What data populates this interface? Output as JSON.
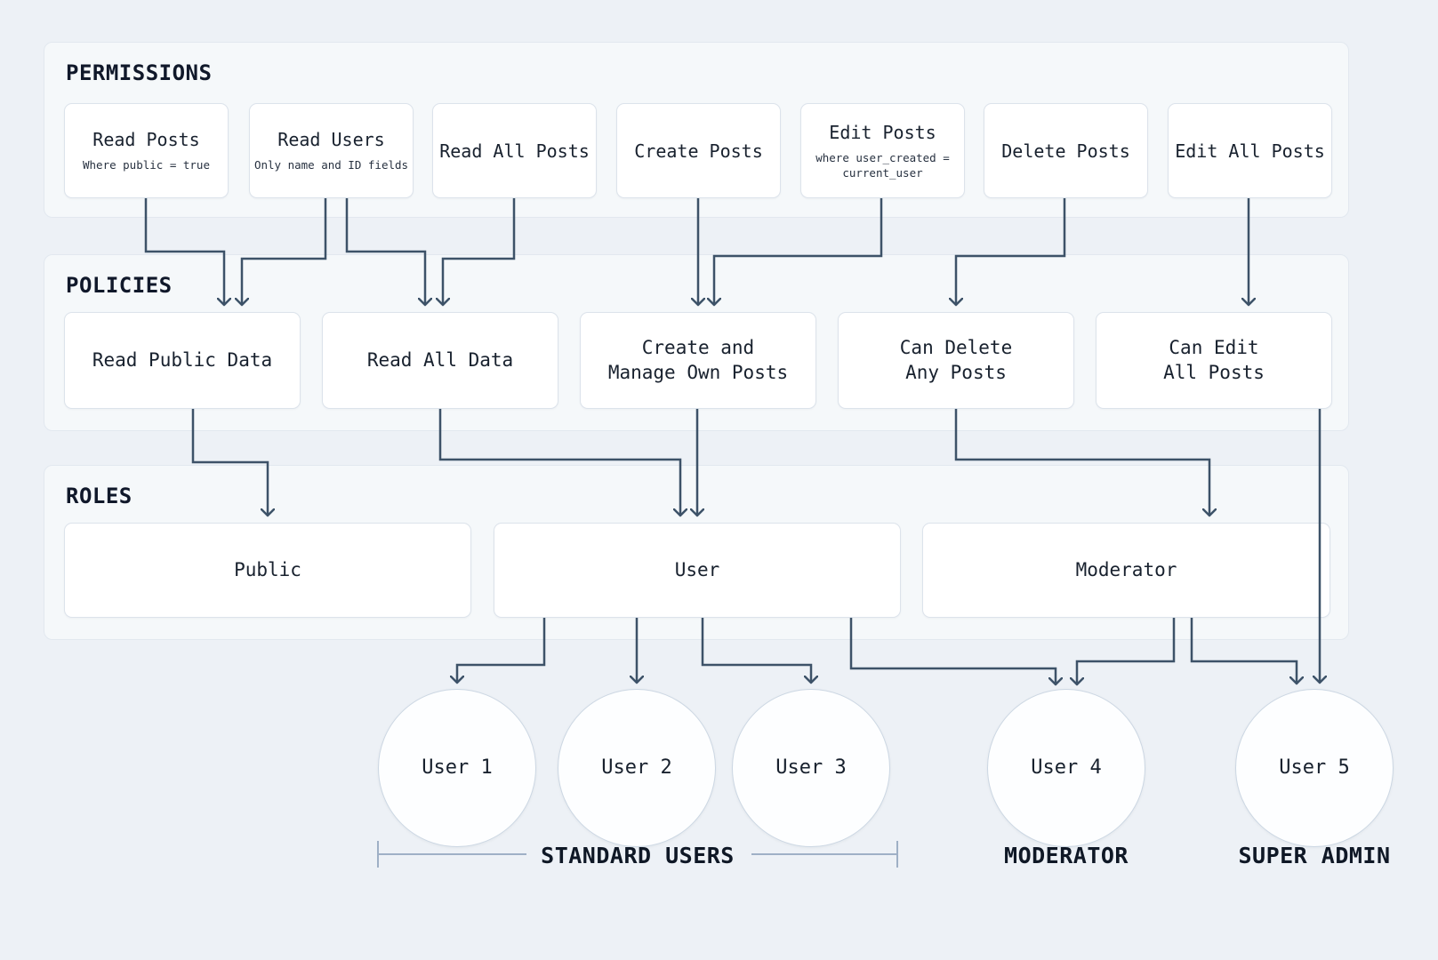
{
  "sections": {
    "permissions": {
      "title": "PERMISSIONS",
      "items": [
        {
          "label": "Read Posts",
          "note": "Where public = true"
        },
        {
          "label": "Read Users",
          "note": "Only name and ID fields"
        },
        {
          "label": "Read All Posts",
          "note": ""
        },
        {
          "label": "Create Posts",
          "note": ""
        },
        {
          "label": "Edit Posts",
          "note": "where user_created =\ncurrent_user"
        },
        {
          "label": "Delete Posts",
          "note": ""
        },
        {
          "label": "Edit All Posts",
          "note": ""
        }
      ]
    },
    "policies": {
      "title": "POLICIES",
      "items": [
        {
          "label": "Read Public Data"
        },
        {
          "label": "Read All Data"
        },
        {
          "label": "Create and\nManage Own Posts"
        },
        {
          "label": "Can Delete\nAny Posts"
        },
        {
          "label": "Can Edit\nAll Posts"
        }
      ]
    },
    "roles": {
      "title": "ROLES",
      "items": [
        {
          "label": "Public"
        },
        {
          "label": "User"
        },
        {
          "label": "Moderator"
        }
      ]
    }
  },
  "users": [
    {
      "label": "User 1"
    },
    {
      "label": "User 2"
    },
    {
      "label": "User 3"
    },
    {
      "label": "User 4"
    },
    {
      "label": "User 5"
    }
  ],
  "group_labels": [
    {
      "label": "STANDARD USERS"
    },
    {
      "label": "MODERATOR"
    },
    {
      "label": "SUPER ADMIN"
    }
  ],
  "edges": {
    "permission_to_policy": [
      [
        "Read Posts",
        "Read Public Data"
      ],
      [
        "Read Users",
        "Read Public Data"
      ],
      [
        "Read Users",
        "Read All Data"
      ],
      [
        "Read All Posts",
        "Read All Data"
      ],
      [
        "Create Posts",
        "Create and Manage Own Posts"
      ],
      [
        "Edit Posts",
        "Create and Manage Own Posts"
      ],
      [
        "Delete Posts",
        "Can Delete Any Posts"
      ],
      [
        "Edit All Posts",
        "Can Edit All Posts"
      ]
    ],
    "policy_to_role": [
      [
        "Read Public Data",
        "Public"
      ],
      [
        "Read All Data",
        "User"
      ],
      [
        "Create and Manage Own Posts",
        "User"
      ],
      [
        "Can Delete Any Posts",
        "Moderator"
      ],
      [
        "Can Edit All Posts",
        "User 5"
      ]
    ],
    "role_to_user": [
      [
        "User",
        "User 1"
      ],
      [
        "User",
        "User 2"
      ],
      [
        "User",
        "User 3"
      ],
      [
        "User",
        "User 4"
      ],
      [
        "Moderator",
        "User 4"
      ],
      [
        "Moderator",
        "User 5"
      ]
    ]
  },
  "colors": {
    "background": "#edf1f6",
    "panel": "#f5f8fa",
    "node": "#ffffff",
    "arrow": "#3d5268",
    "bracket": "#9fb0c6",
    "text": "#141e2b"
  }
}
